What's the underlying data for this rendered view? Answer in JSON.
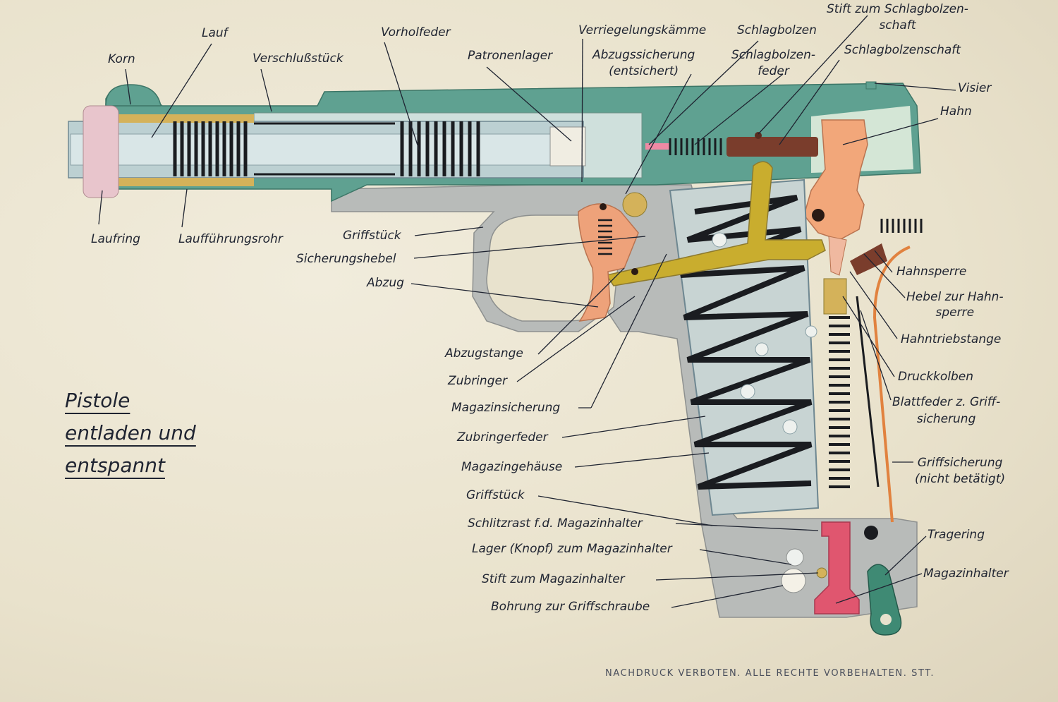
{
  "title": [
    "Pistole",
    "entladen und",
    "entspannt"
  ],
  "footer": "NACHDRUCK VERBOTEN. ALLE RECHTE VORBEHALTEN. STT.",
  "labels": [
    {
      "id": "korn",
      "text": "Korn"
    },
    {
      "id": "lauf",
      "text": "Lauf"
    },
    {
      "id": "verschlussstueck",
      "text": "Verschlußstück"
    },
    {
      "id": "vorholfeder",
      "text": "Vorholfeder"
    },
    {
      "id": "patronenlager",
      "text": "Patronenlager"
    },
    {
      "id": "verriegelungskaemme",
      "text": "Verriegelungskämme"
    },
    {
      "id": "schlagbolzen",
      "text": "Schlagbolzen"
    },
    {
      "id": "stift-schlagbolzenschaft",
      "text": "Stift zum Schlagbolzen-\nschaft"
    },
    {
      "id": "abzugssicherung",
      "text": "Abzugssicherung\n(entsichert)"
    },
    {
      "id": "schlagbolzenfeder",
      "text": "Schlagbolzen-\nfeder"
    },
    {
      "id": "schlagbolzenschaft",
      "text": "Schlagbolzenschaft"
    },
    {
      "id": "visier",
      "text": "Visier"
    },
    {
      "id": "hahn",
      "text": "Hahn"
    },
    {
      "id": "laufring",
      "text": "Laufring"
    },
    {
      "id": "lauffuehrungsrohr",
      "text": "Laufführungsrohr"
    },
    {
      "id": "griffstueck-top",
      "text": "Griffstück"
    },
    {
      "id": "sicherungshebel",
      "text": "Sicherungshebel"
    },
    {
      "id": "abzug",
      "text": "Abzug"
    },
    {
      "id": "hahnsperre",
      "text": "Hahnsperre"
    },
    {
      "id": "hebel-hahnsperre",
      "text": "Hebel zur Hahn-\nsperre"
    },
    {
      "id": "hahntriebstange",
      "text": "Hahntriebstange"
    },
    {
      "id": "abzugstange",
      "text": "Abzugstange"
    },
    {
      "id": "druckkolben",
      "text": "Druckkolben"
    },
    {
      "id": "zubringer",
      "text": "Zubringer"
    },
    {
      "id": "blattfeder",
      "text": "Blattfeder z. Griff-\nsicherung"
    },
    {
      "id": "magazinsicherung",
      "text": "Magazinsicherung"
    },
    {
      "id": "zubringerfeder",
      "text": "Zubringerfeder"
    },
    {
      "id": "magazingehaeuse",
      "text": "Magazingehäuse"
    },
    {
      "id": "griffsicherung",
      "text": "Griffsicherung\n(nicht betätigt)"
    },
    {
      "id": "griffstueck-bottom",
      "text": "Griffstück"
    },
    {
      "id": "schlitzrast",
      "text": "Schlitzrast f.d. Magazinhalter"
    },
    {
      "id": "tragering",
      "text": "Tragering"
    },
    {
      "id": "lager-knopf",
      "text": "Lager (Knopf) zum Magazinhalter"
    },
    {
      "id": "magazinhalter",
      "text": "Magazinhalter"
    },
    {
      "id": "stift-magazinhalter",
      "text": "Stift zum Magazinhalter"
    },
    {
      "id": "bohrung-griffschraube",
      "text": "Bohrung zur Griffschraube"
    }
  ],
  "colors": {
    "slide": "#5fa191",
    "slide_light": "#a9ccc1",
    "frame": "#b6b9b7",
    "barrel": "#bcd0d2",
    "brass": "#d4b25a",
    "spring": "#1a1c20",
    "hammer": "#f2a77a",
    "trigger": "#eea27a",
    "lever": "#c9ad2e",
    "magazine_release": "#e0566f",
    "ring": "#3f8a74",
    "firing_pin": "#7a3d2c",
    "grip_safety": "#e1823f",
    "ink": "#1f2431"
  }
}
